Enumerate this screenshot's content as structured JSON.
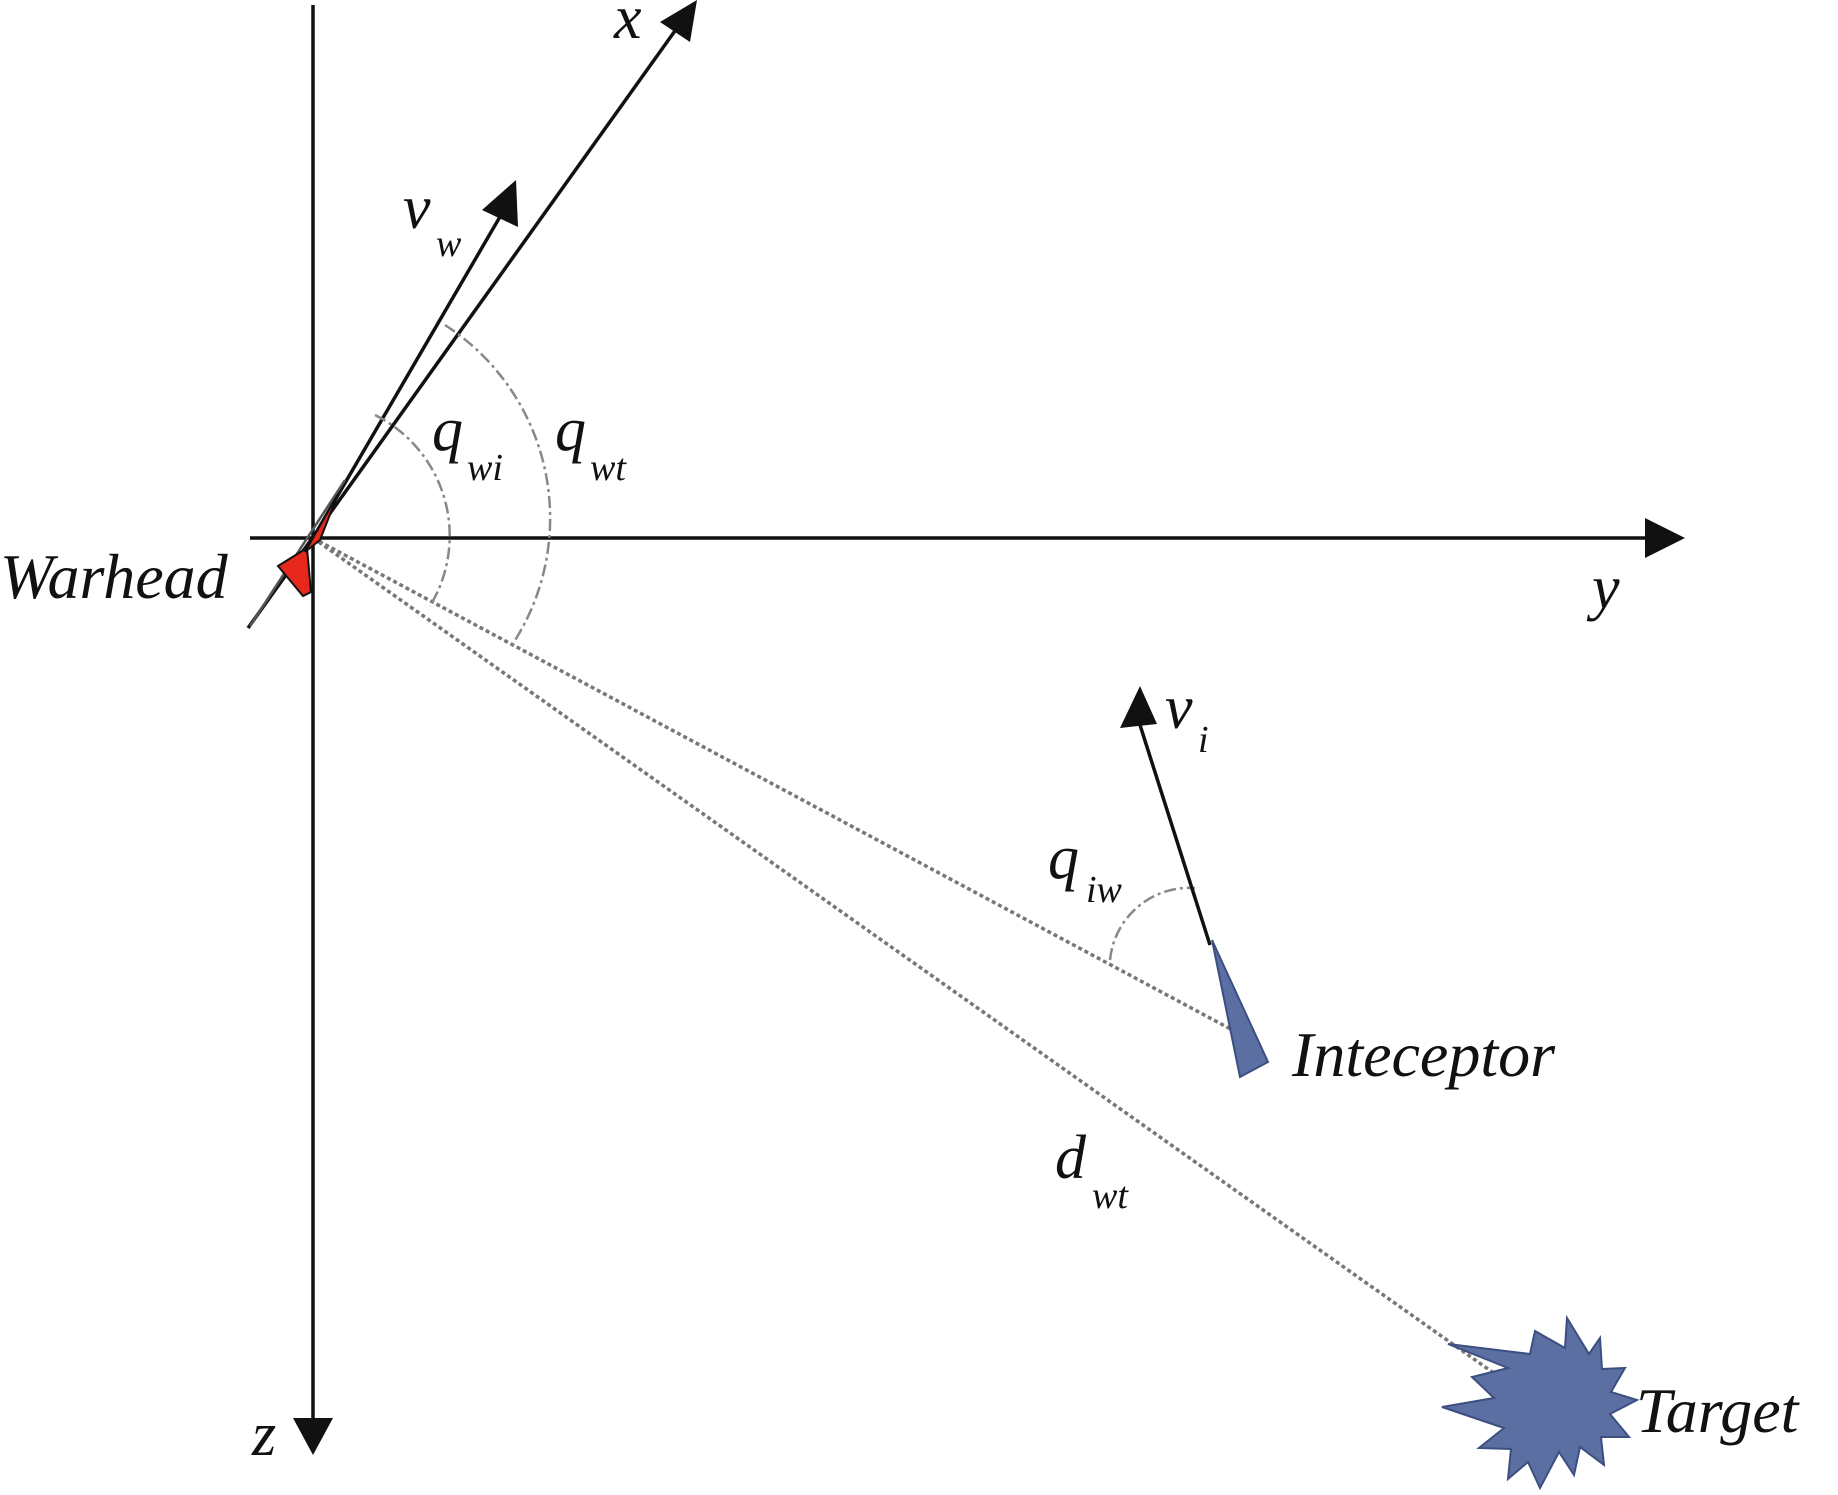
{
  "axes": {
    "x": "x",
    "y": "y",
    "z": "z"
  },
  "vectors": {
    "v_w": {
      "main": "v",
      "sub": "w"
    },
    "v_i": {
      "main": "v",
      "sub": "i"
    }
  },
  "angles": {
    "q_wi": {
      "main": "q",
      "sub": "wi"
    },
    "q_wt": {
      "main": "q",
      "sub": "wt"
    },
    "q_iw": {
      "main": "q",
      "sub": "iw"
    }
  },
  "distance": {
    "d_wt": {
      "main": "d",
      "sub": "wt"
    }
  },
  "objects": {
    "warhead": "Warhead",
    "interceptor": "Inteceptor",
    "target": "Target"
  },
  "colors": {
    "warhead": "#e8281c",
    "interceptor": "#5b6fa3",
    "target": "#5b6fa3",
    "line": "#111111",
    "dashed": "#777777"
  }
}
